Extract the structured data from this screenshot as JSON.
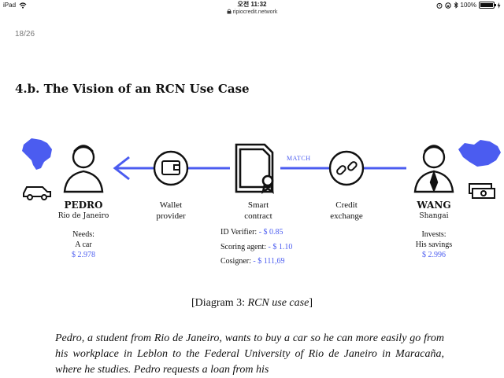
{
  "status_bar": {
    "device": "iPad",
    "time": "오전 11:32",
    "url": "ripiocredit.network",
    "battery": "100%",
    "battery_level": 1.0
  },
  "page": {
    "counter": "18/26",
    "heading": "4.b. The Vision of an RCN Use Case"
  },
  "diagram": {
    "match_label": "MATCH",
    "pedro": {
      "name": "PEDRO",
      "city": "Rio de Janeiro",
      "needs_label": "Needs:",
      "needs_item": "A car",
      "amount": "$ 2.978"
    },
    "wang": {
      "name": "WANG",
      "city": "Shangai",
      "invests_label": "Invests:",
      "invests_item": "His savings",
      "amount": "$ 2.996"
    },
    "nodes": {
      "wallet_line1": "Wallet",
      "wallet_line2": "provider",
      "smart_line1": "Smart",
      "smart_line2": "contract",
      "credit_line1": "Credit",
      "credit_line2": "exchange"
    },
    "fees": [
      {
        "label": "ID Verifier:",
        "value": "- $ 0.85"
      },
      {
        "label": "Scoring agent:",
        "value": "- $ 1.10"
      },
      {
        "label": "Cosigner:",
        "value": "- $ 111,69"
      }
    ],
    "accent_color": "#4b5cf0"
  },
  "caption": {
    "prefix": "[Diagram 3: ",
    "emphasis": "RCN use case",
    "suffix": "]"
  },
  "paragraph": "Pedro, a student from Rio de Janeiro, wants to buy a car so he can more easily go from his workplace in Leblon to the Federal University of Rio de Janeiro in Maracaña, where he studies. Pedro requests a loan from his"
}
